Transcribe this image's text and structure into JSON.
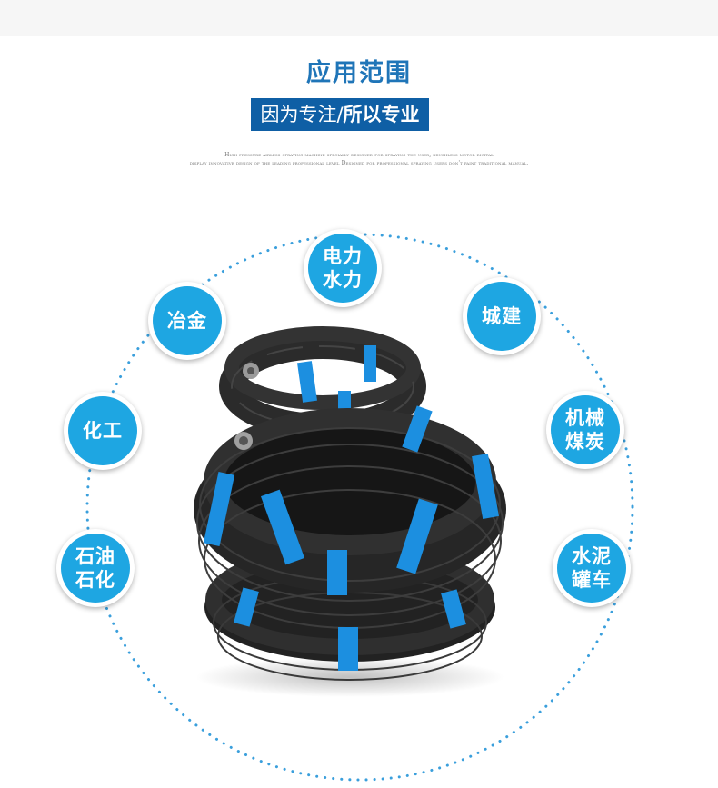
{
  "heading": {
    "title": "应用范围",
    "subtitle_normal": "因为专注/",
    "subtitle_bold": "所以专业"
  },
  "description": {
    "line1": "High-pressure airless spraying machine specially designed for spraying the user, brushless motor digital",
    "line2": "display innovative design of the leading professional level Designed for professional spraying users don't paint traditional manual."
  },
  "badges": {
    "power": {
      "line1": "电力",
      "line2": "水力"
    },
    "metallurgy": {
      "line1": "冶金"
    },
    "construction": {
      "line1": "城建"
    },
    "chemical": {
      "line1": "化工"
    },
    "machinery": {
      "line1": "机械",
      "line2": "煤炭"
    },
    "petro": {
      "line1": "石油",
      "line2": "石化"
    },
    "cement": {
      "line1": "水泥",
      "line2": "罐车"
    }
  },
  "colors": {
    "title": "#1f75b8",
    "banner": "#0f5fa5",
    "badge": "#1ea6e2",
    "ring": "#3a9fdc",
    "hose": "#2b2b2b",
    "tape": "#1c8fe0"
  },
  "product_image": {
    "icon": "rubber-hose-coils-photo"
  }
}
